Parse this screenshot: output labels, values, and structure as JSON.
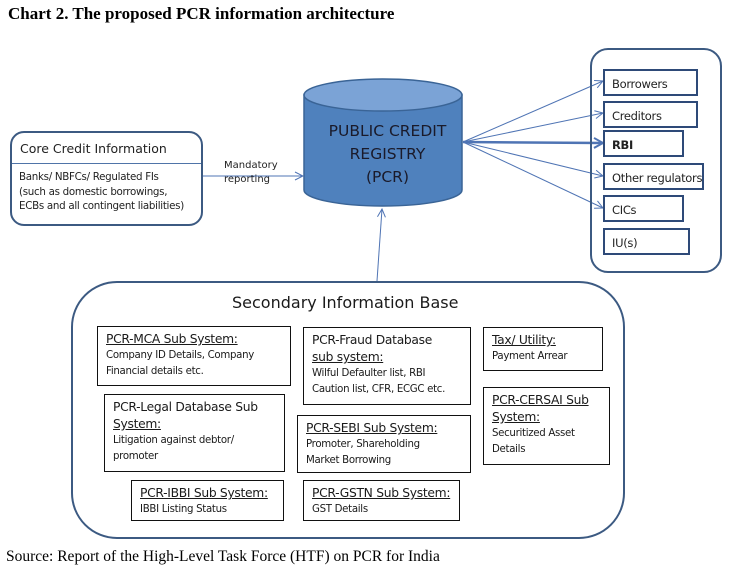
{
  "title": "Chart 2. The proposed PCR information architecture",
  "source": "Source: Report of the High-Level Task Force (HTF) on PCR for India",
  "colors": {
    "cylinder_fill": "#4f81bd",
    "cylinder_top": "#7ba3d6",
    "cylinder_stroke": "#3a6496",
    "connector": "#4f74b4",
    "container_border": "#3c5a82"
  },
  "core": {
    "header": "Core Credit  Information",
    "body_lines": [
      "Banks/ NBFCs/ Regulated FIs",
      "(such as domestic borrowings,",
      "ECBs and all contingent liabilities)"
    ]
  },
  "mandatory": {
    "line1": "Mandatory",
    "line2": "reporting"
  },
  "pcr": {
    "line1": "PUBLIC CREDIT",
    "line2": "REGISTRY",
    "line3": "(PCR)",
    "icon": "database-cylinder-icon"
  },
  "users": [
    {
      "label": "Borrowers",
      "bold": false
    },
    {
      "label": "Creditors",
      "bold": false
    },
    {
      "label": "RBI",
      "bold": true
    },
    {
      "label": "Other regulators",
      "bold": false
    },
    {
      "label": "CICs",
      "bold": false
    },
    {
      "label": "IU(s)",
      "bold": false
    }
  ],
  "secondary": {
    "title": "Secondary Information Base",
    "subsystems": {
      "mca": {
        "heading": "PCR-MCA Sub System:",
        "lines": [
          "Company ID Details, Company",
          "Financial details etc."
        ]
      },
      "fraud": {
        "heading1": "PCR-Fraud Database",
        "heading2": "sub system:",
        "lines": [
          "Wilful Defaulter list, RBI",
          "Caution list, CFR, ECGC etc."
        ]
      },
      "tax": {
        "heading": "Tax/ Utility:",
        "lines": [
          "Payment Arrear"
        ]
      },
      "legal": {
        "heading1": "PCR-Legal Database Sub",
        "heading2": "System:",
        "lines": [
          "Litigation against debtor/",
          "promoter"
        ]
      },
      "sebi": {
        "heading": "PCR-SEBI Sub System:",
        "lines": [
          "Promoter, Shareholding",
          "Market Borrowing"
        ]
      },
      "cersai": {
        "heading1": "PCR-CERSAI Sub",
        "heading2": "System:",
        "lines": [
          "Securitized Asset",
          "Details"
        ]
      },
      "ibbi": {
        "heading": "PCR-IBBI Sub System:",
        "lines": [
          "IBBI Listing Status"
        ]
      },
      "gstn": {
        "heading": "PCR-GSTN Sub System:",
        "lines": [
          "GST Details"
        ]
      }
    }
  }
}
